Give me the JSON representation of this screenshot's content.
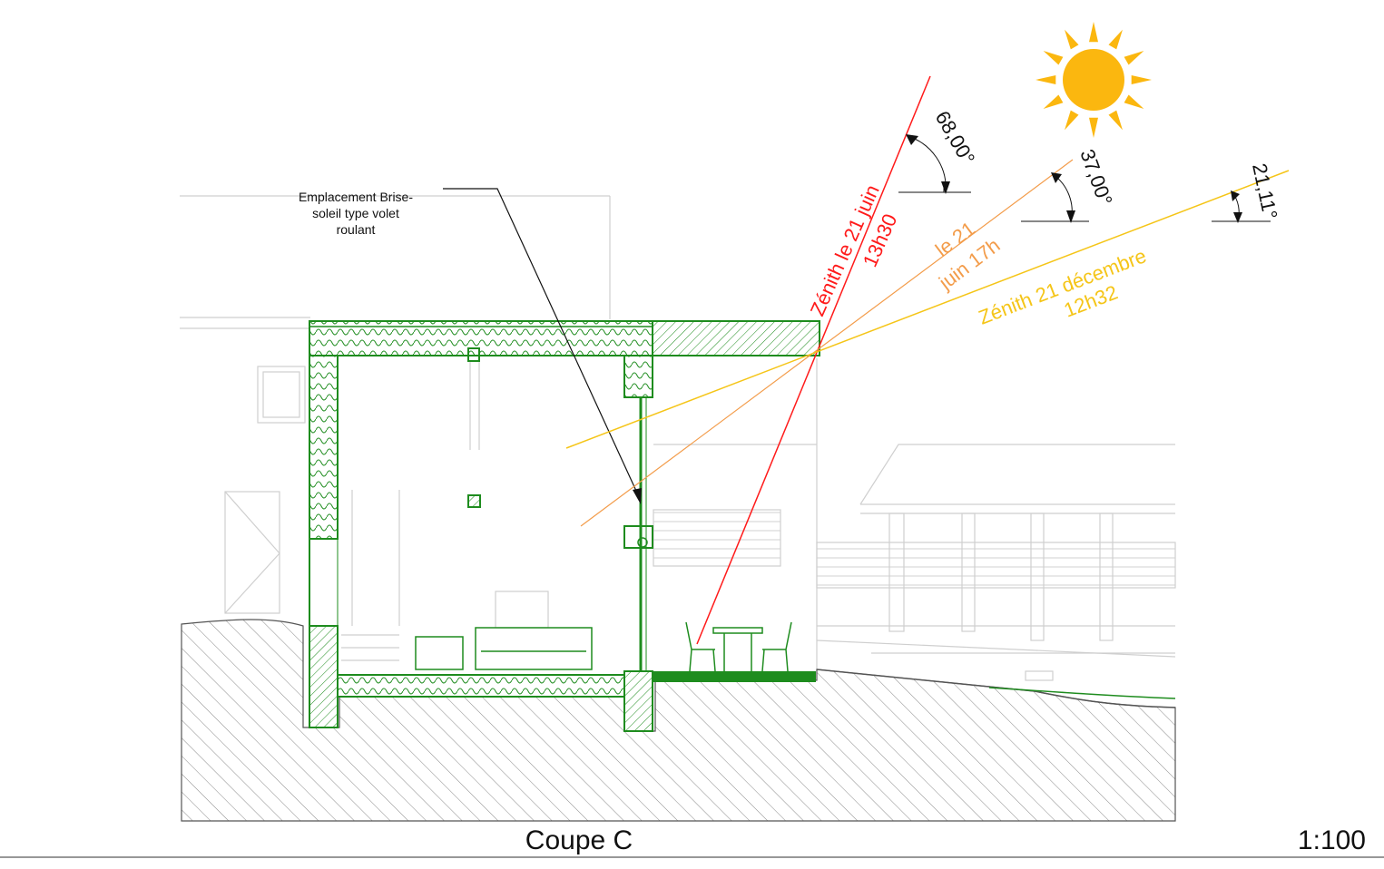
{
  "drawing": {
    "title": "Coupe C",
    "scale": "1:100",
    "callout": {
      "line1": "Emplacement Brise-",
      "line2": "soleil type volet",
      "line3": "roulant"
    }
  },
  "sun_rays": [
    {
      "label_line1": "Zénith le 21 juin",
      "label_line2": "13h30",
      "angle": "68,00°",
      "color": "#ff1a1a"
    },
    {
      "label_line1": "le 21",
      "label_line2": "juin 17h",
      "angle": "37,00°",
      "color": "#f39c4a"
    },
    {
      "label_line1": "Zénith 21 décembre",
      "label_line2": "12h32",
      "angle": "21,11°",
      "color": "#f5c518"
    }
  ],
  "colors": {
    "structure": "#1e8c1e",
    "sun": "#fbb70f",
    "light_lines": "#cfcfcf",
    "hatch": "#8a8a8a"
  }
}
